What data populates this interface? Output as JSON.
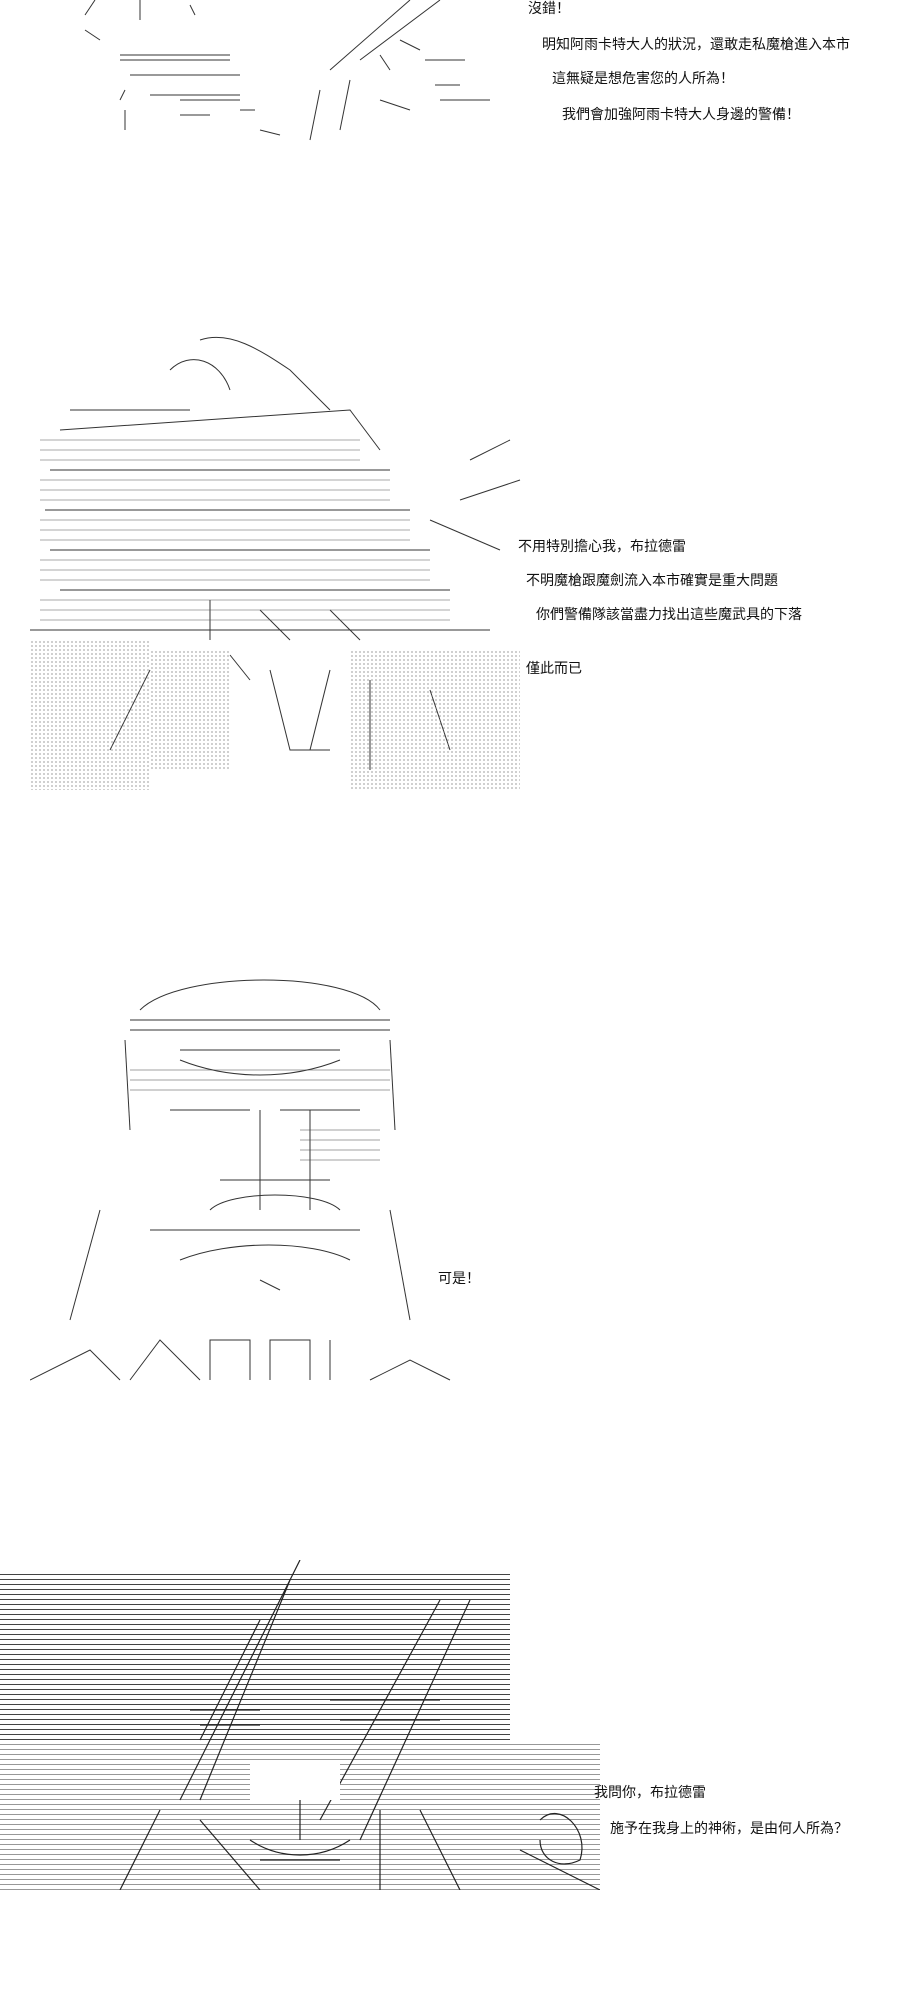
{
  "panels": [
    {
      "id": "panel-1",
      "lines": [
        "沒錯！",
        "明知阿雨卡特大人的狀況，還敢走私魔槍進入本市",
        "這無疑是想危害您的人所為！",
        "我們會加強阿雨卡特大人身邊的警備！"
      ]
    },
    {
      "id": "panel-2",
      "lines": [
        "不用特別擔心我，布拉德雷",
        "不明魔槍跟魔劍流入本市確實是重大問題",
        "你們警備隊該當盡力找出這些魔武具的下落",
        "僅此而已"
      ]
    },
    {
      "id": "panel-3",
      "lines": [
        "可是！"
      ]
    },
    {
      "id": "panel-4",
      "lines": [
        "我問你，布拉德雷",
        "施予在我身上的神術，是由何人所為？"
      ]
    }
  ]
}
